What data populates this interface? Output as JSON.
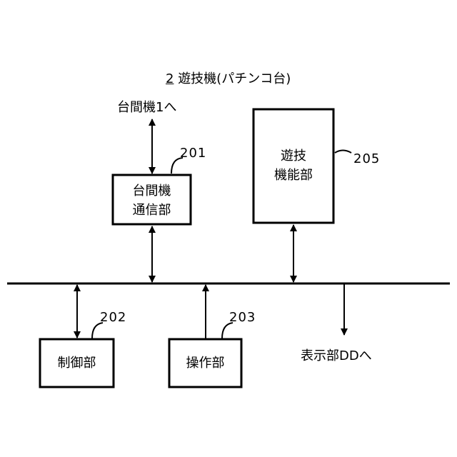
{
  "title": {
    "number": "2",
    "text": "遊技機(パチンコ台)"
  },
  "external_labels": {
    "to_interstand": "台間機1へ",
    "to_display": "表示部DDへ"
  },
  "blocks": {
    "comm": {
      "line1": "台間機",
      "line2": "通信部",
      "ref": "201"
    },
    "control": {
      "label": "制御部",
      "ref": "202"
    },
    "operation": {
      "label": "操作部",
      "ref": "203"
    },
    "game": {
      "line1": "遊技",
      "line2": "機能部",
      "ref": "205"
    }
  },
  "colors": {
    "line": "#000000",
    "background": "#ffffff"
  }
}
